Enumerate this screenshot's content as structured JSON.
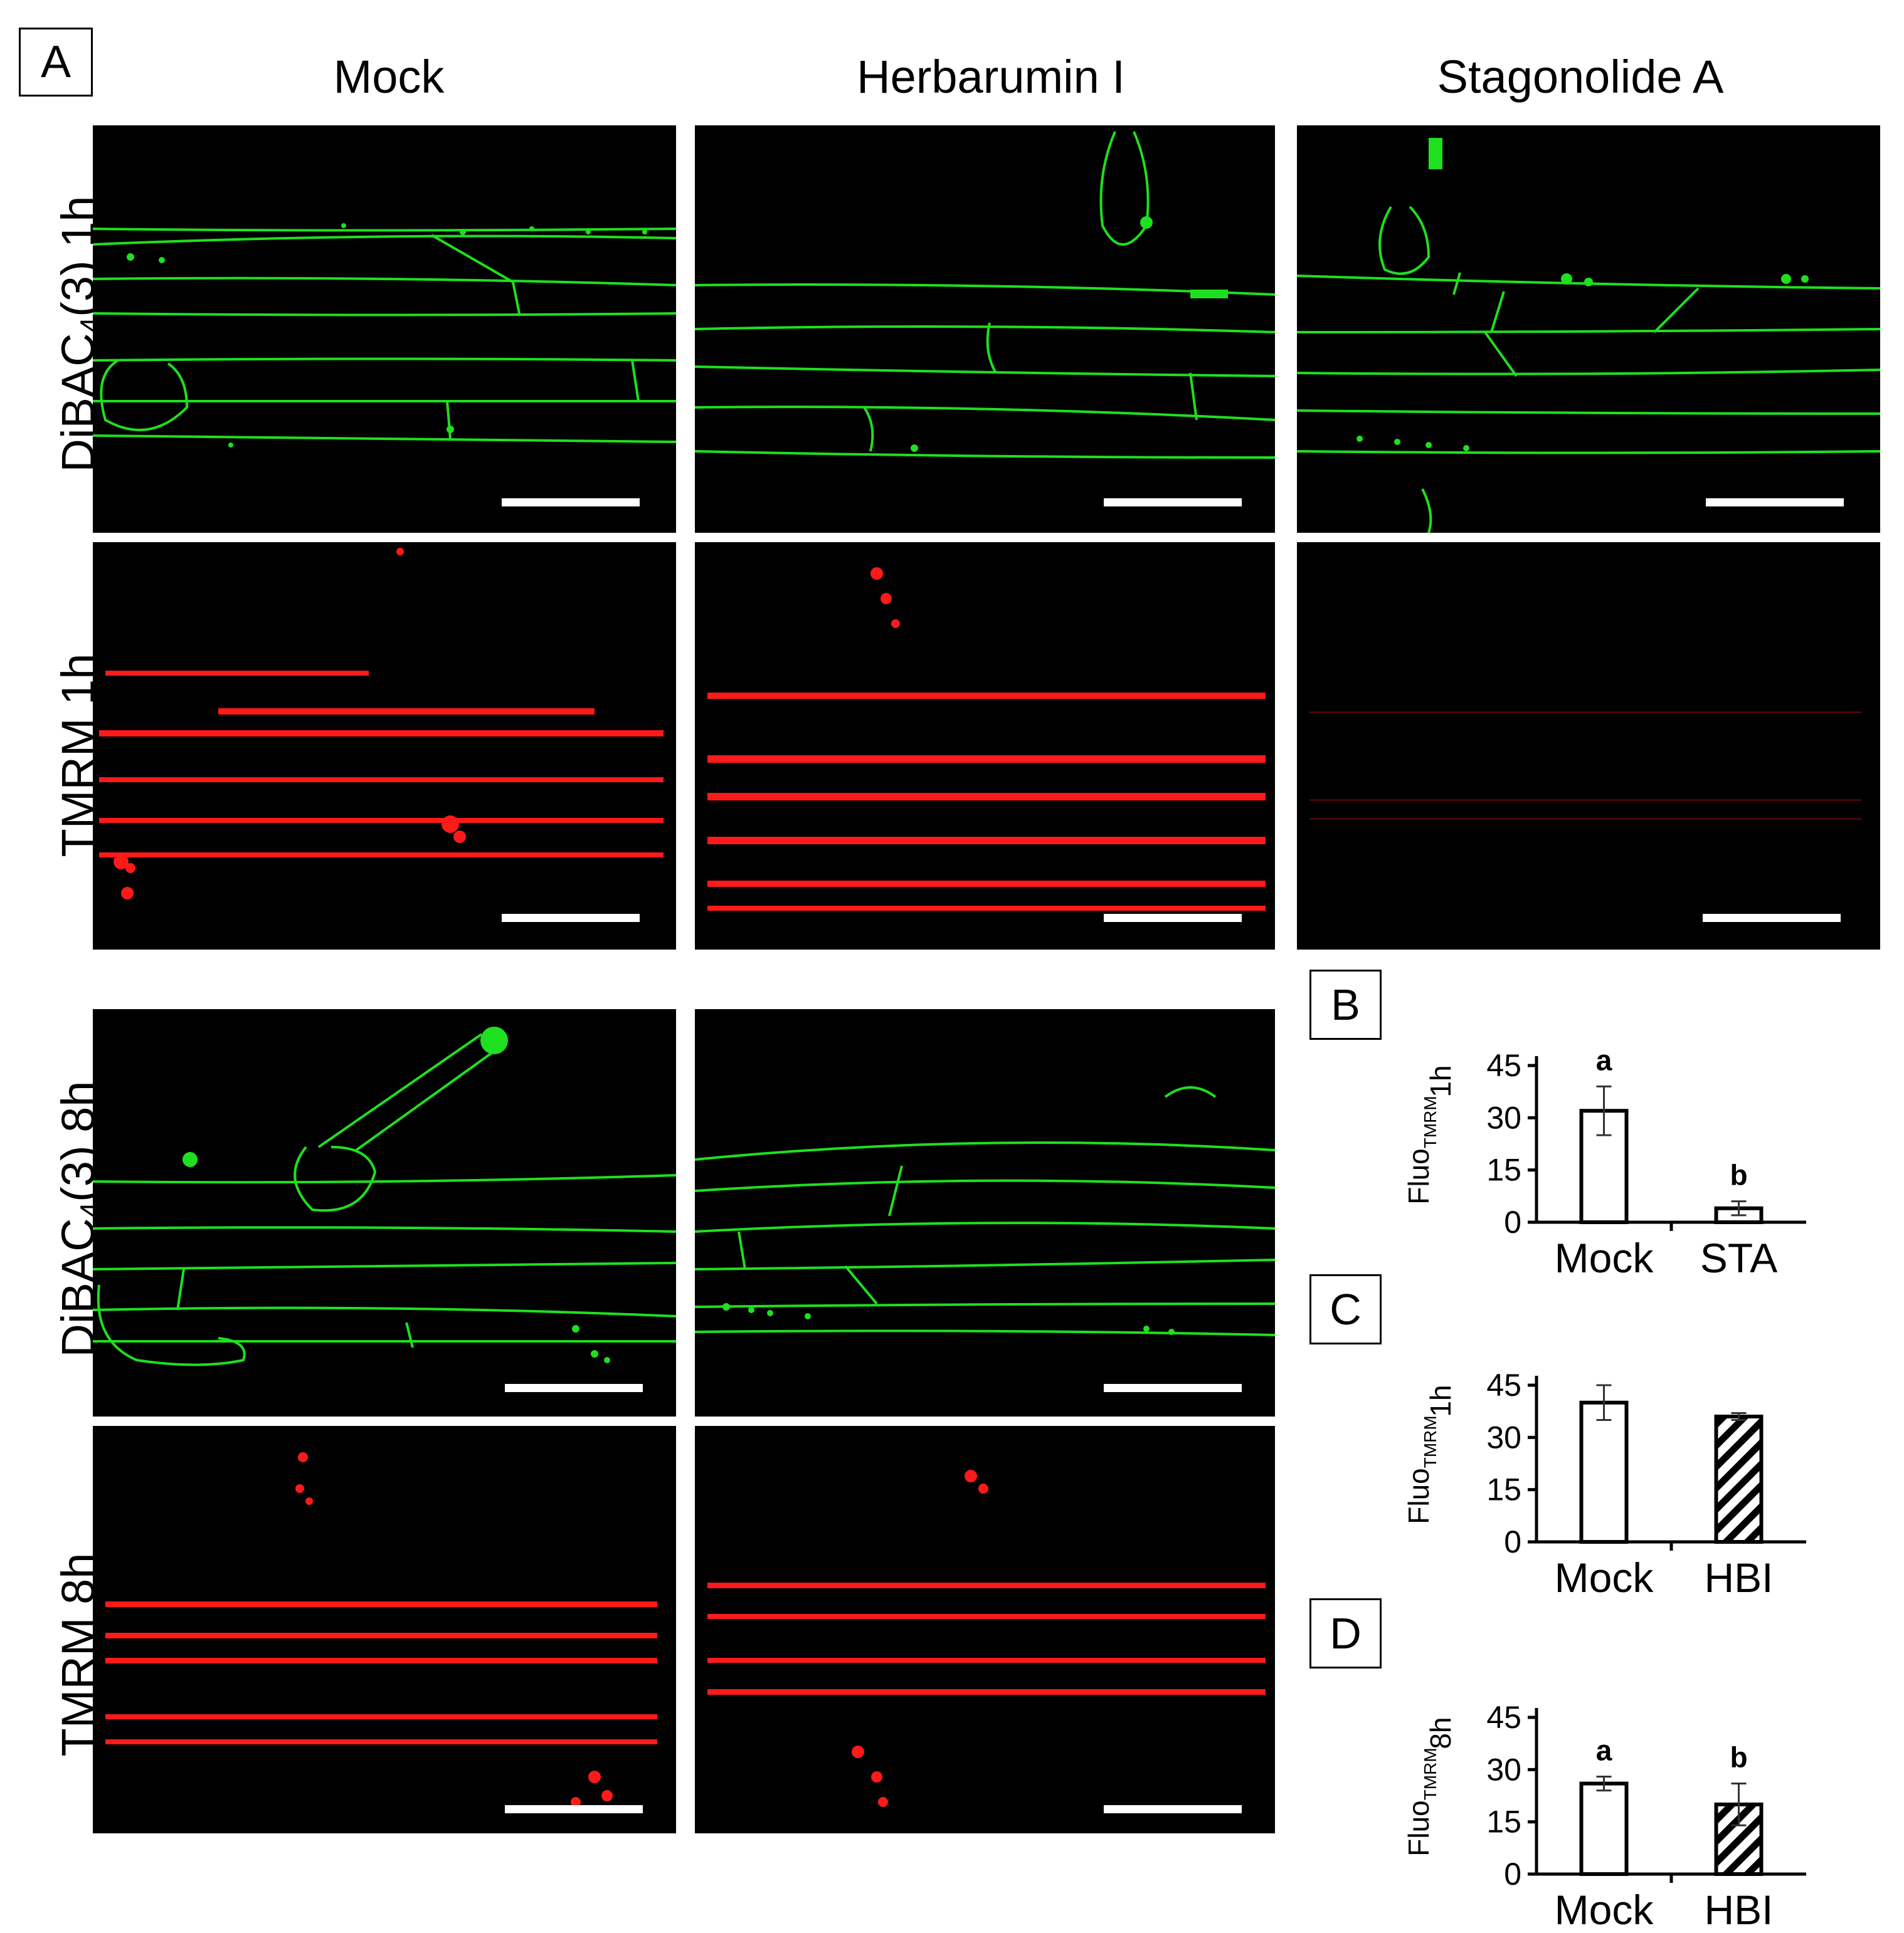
{
  "panels": {
    "a": "A",
    "b": "B",
    "c": "C",
    "d": "D"
  },
  "columns": [
    "Mock",
    "Herbarumin I",
    "Stagonolide A"
  ],
  "rows": {
    "dibac_1h": {
      "prefix": "DiBAC",
      "sub": "4",
      "suffix": "(3) 1h"
    },
    "tmrm_1h": "TMRM 1h",
    "dibac_8h": {
      "prefix": "DiBAC",
      "sub": "4",
      "suffix": "(3) 8h"
    },
    "tmrm_8h": "TMRM 8h"
  },
  "colors": {
    "green_stain": "#1ee01e",
    "red_stain": "#ff1a1a",
    "bg": "#000000"
  },
  "chart_data": [
    {
      "panel": "B",
      "type": "bar",
      "ylabel": {
        "main": "Fluo",
        "sub": "TMRM",
        "time": "1h"
      },
      "ylim": [
        0,
        45
      ],
      "yticks": [
        0,
        15,
        30,
        45
      ],
      "categories": [
        "Mock",
        "STA"
      ],
      "values": [
        32,
        4
      ],
      "errors": [
        7,
        2
      ],
      "fills": [
        "white",
        "white"
      ],
      "letters": [
        "a",
        "b"
      ]
    },
    {
      "panel": "C",
      "type": "bar",
      "ylabel": {
        "main": "Fluo",
        "sub": "TMRM",
        "time": "1h"
      },
      "ylim": [
        0,
        45
      ],
      "yticks": [
        0,
        15,
        30,
        45
      ],
      "categories": [
        "Mock",
        "HBI"
      ],
      "values": [
        40,
        36
      ],
      "errors": [
        5,
        1
      ],
      "fills": [
        "white",
        "hatch"
      ],
      "letters": [
        "",
        ""
      ]
    },
    {
      "panel": "D",
      "type": "bar",
      "ylabel": {
        "main": "Fluo",
        "sub": "TMRM",
        "time": "8h"
      },
      "ylim": [
        0,
        45
      ],
      "yticks": [
        0,
        15,
        30,
        45
      ],
      "categories": [
        "Mock",
        "HBI"
      ],
      "values": [
        26,
        20
      ],
      "errors": [
        2,
        6
      ],
      "fills": [
        "white",
        "hatch"
      ],
      "letters": [
        "a",
        "b"
      ]
    }
  ]
}
